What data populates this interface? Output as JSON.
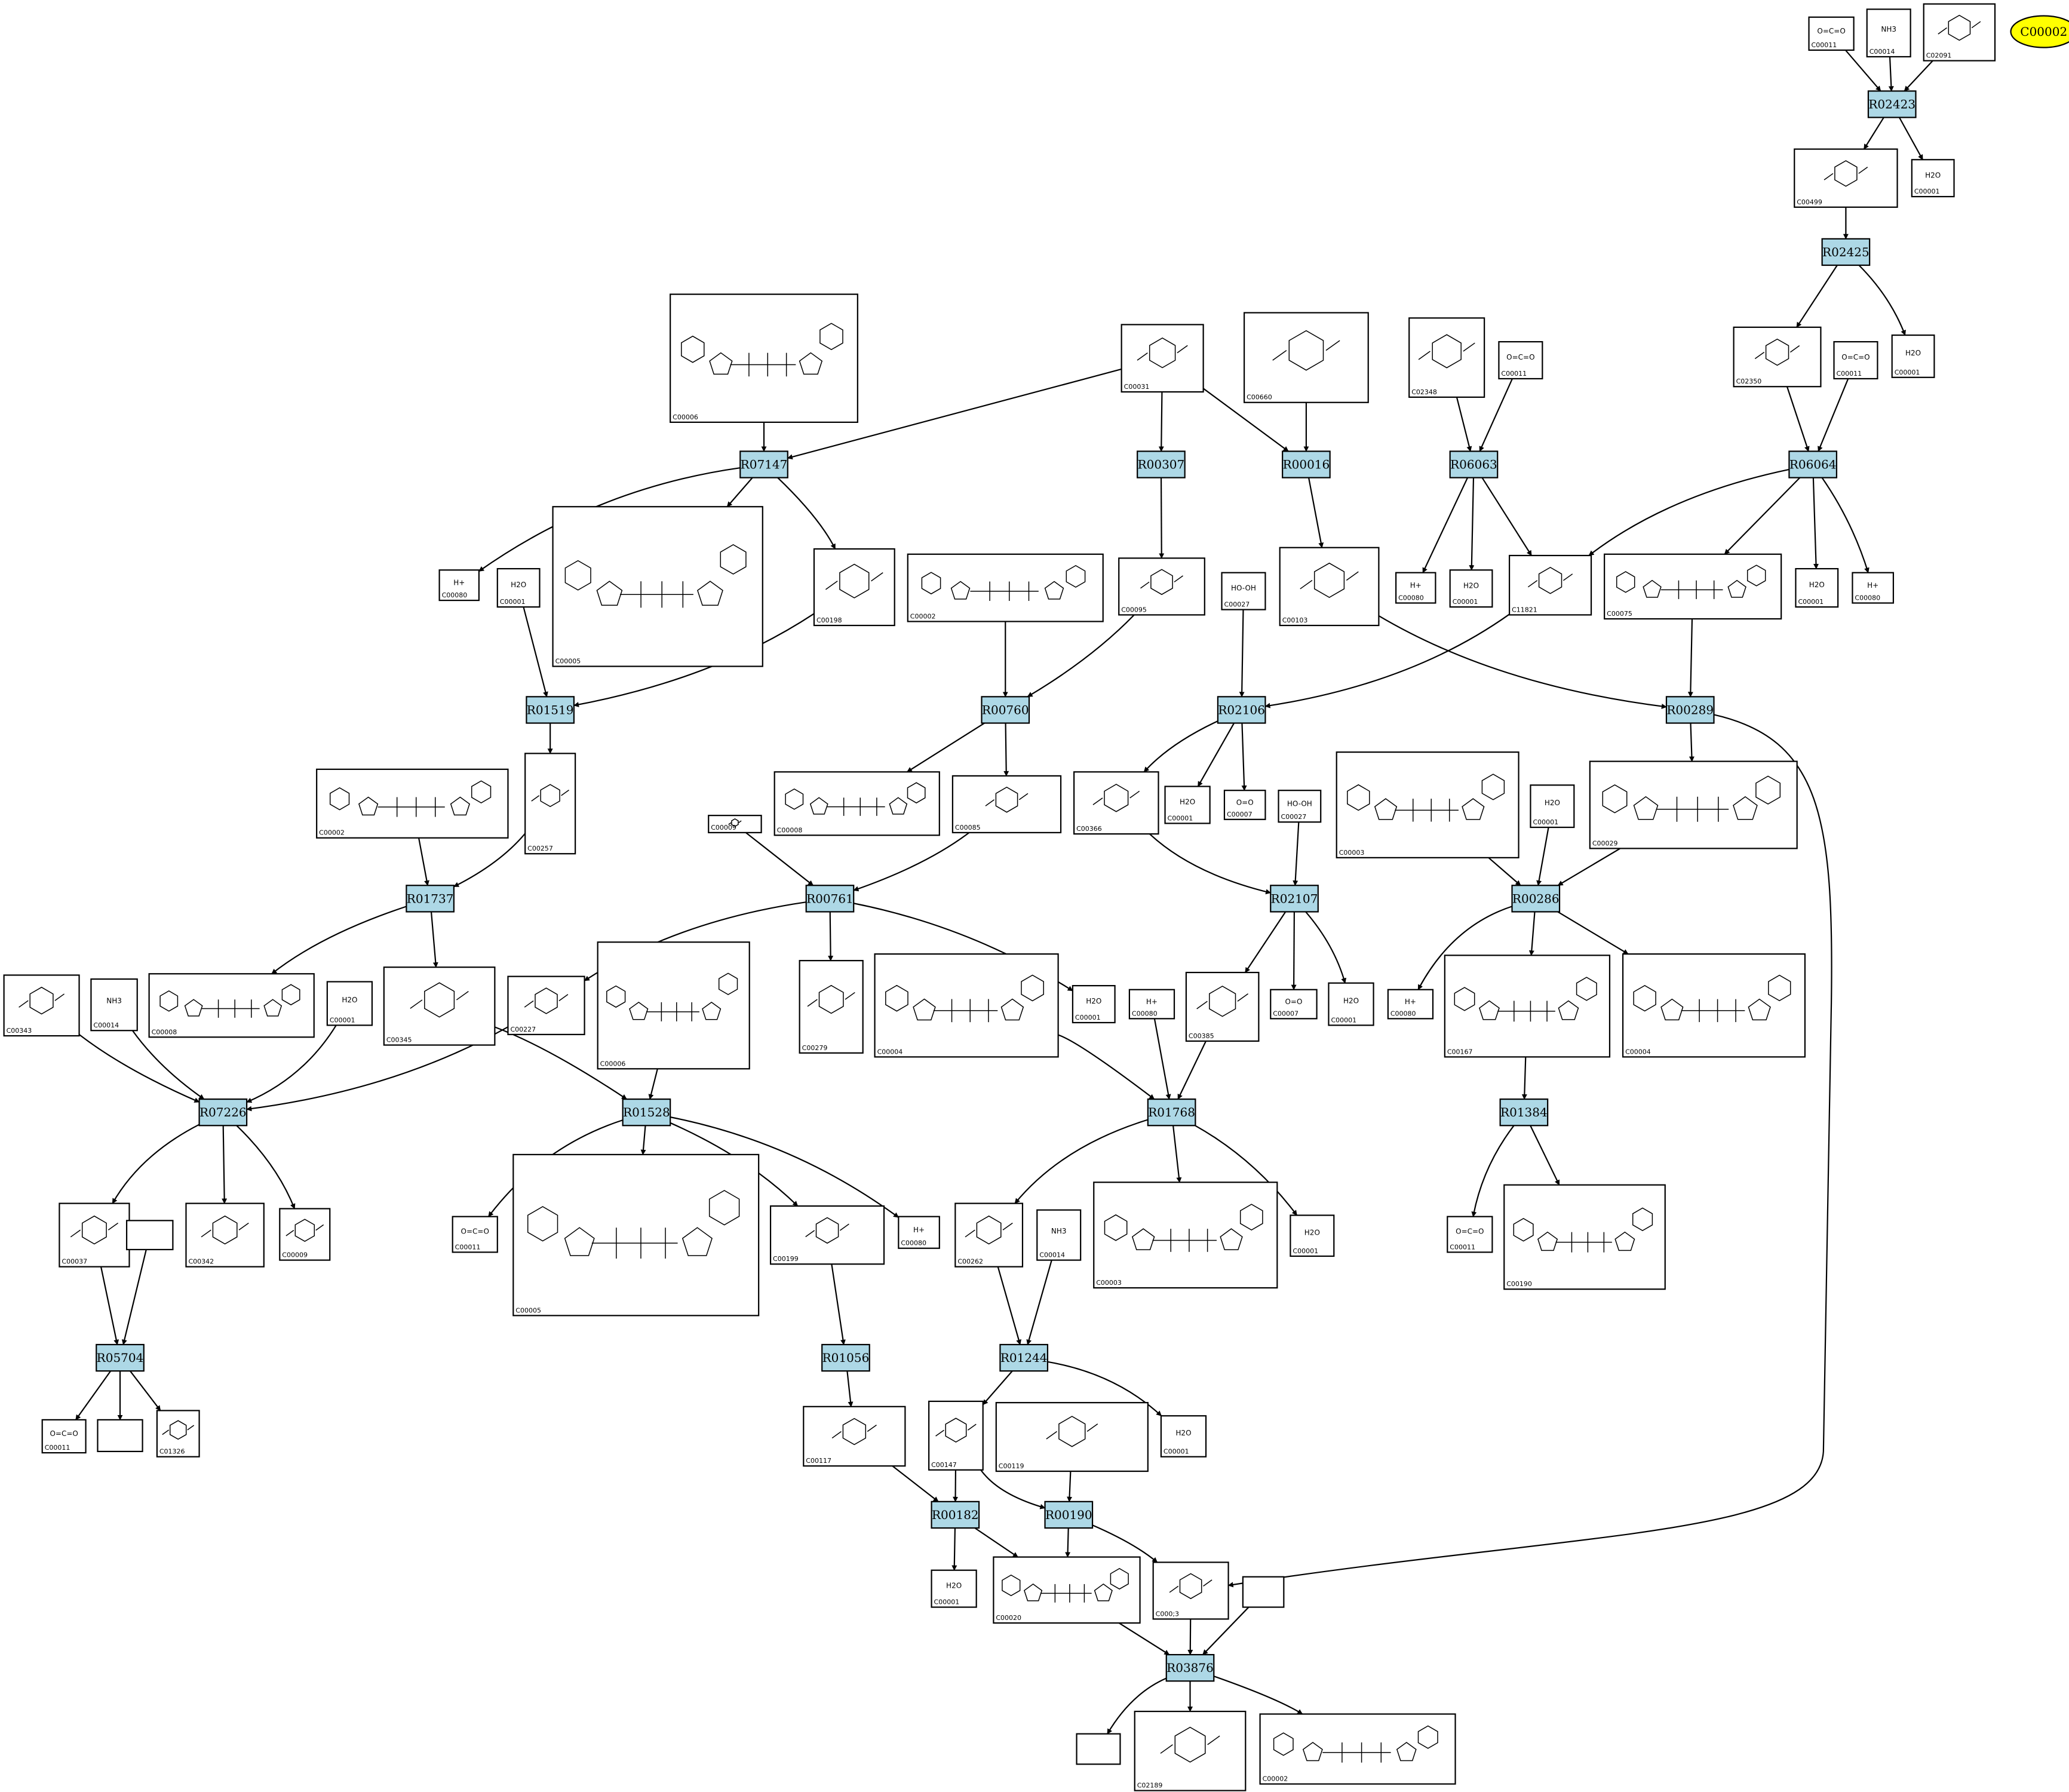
{
  "style": {
    "reaction_fill": "#add8e6",
    "highlight_fill": "#ffff00",
    "line_color": "#000000"
  },
  "highlight": "C00002",
  "reactions": [
    "R02423",
    "R02425",
    "R07147",
    "R00307",
    "R00016",
    "R06063",
    "R06064",
    "R01519",
    "R00760",
    "R02106",
    "R00289",
    "R01737",
    "R00761",
    "R02107",
    "R00286",
    "R07226",
    "R01528",
    "R01768",
    "R01384",
    "R05704",
    "R01056",
    "R01244",
    "R00182",
    "R00190",
    "R03876"
  ],
  "compounds": [
    {
      "id": "C00011",
      "structure": "O=C=O"
    },
    {
      "id": "C00014",
      "structure": "NH3"
    },
    {
      "id": "C02091",
      "structure": "ring"
    },
    {
      "id": "C00499",
      "structure": "ring"
    },
    {
      "id": "C00001",
      "structure": "H2O"
    },
    {
      "id": "C00006",
      "structure": "nuc"
    },
    {
      "id": "C00031",
      "structure": "ring"
    },
    {
      "id": "C00660",
      "structure": "ring"
    },
    {
      "id": "C02348",
      "structure": "ring"
    },
    {
      "id": "C02350",
      "structure": "ring"
    },
    {
      "id": "C00080",
      "structure": "H+"
    },
    {
      "id": "C00005",
      "structure": "nuc"
    },
    {
      "id": "C00198",
      "structure": "ring"
    },
    {
      "id": "C00002",
      "structure": "nuc"
    },
    {
      "id": "C00095",
      "structure": "ring"
    },
    {
      "id": "C00027",
      "structure": "HO-OH"
    },
    {
      "id": "C00103",
      "structure": "ring"
    },
    {
      "id": "C11821",
      "structure": "ring"
    },
    {
      "id": "C00075",
      "structure": "nuc"
    },
    {
      "id": "C00257",
      "structure": "ring"
    },
    {
      "id": "C00009",
      "structure": "ring"
    },
    {
      "id": "C00008",
      "structure": "nuc"
    },
    {
      "id": "C00085",
      "structure": "ring"
    },
    {
      "id": "C00366",
      "structure": "ring"
    },
    {
      "id": "C00007",
      "structure": "O=O"
    },
    {
      "id": "C00003",
      "structure": "nuc"
    },
    {
      "id": "C00029",
      "structure": "nuc"
    },
    {
      "id": "C00343",
      "structure": "ring"
    },
    {
      "id": "C00345",
      "structure": "ring"
    },
    {
      "id": "C00227",
      "structure": "ring"
    },
    {
      "id": "C00279",
      "structure": "ring"
    },
    {
      "id": "C00004",
      "structure": "nuc"
    },
    {
      "id": "C00385",
      "structure": "ring"
    },
    {
      "id": "C00167",
      "structure": "nuc"
    },
    {
      "id": "C00037",
      "structure": "ring"
    },
    {
      "id": "C00342",
      "structure": "ring"
    },
    {
      "id": "C00199",
      "structure": "ring"
    },
    {
      "id": "C00262",
      "structure": "ring"
    },
    {
      "id": "C00190",
      "structure": "nuc"
    },
    {
      "id": "C01326",
      "structure": "ring"
    },
    {
      "id": "C00117",
      "structure": "ring"
    },
    {
      "id": "C00147",
      "structure": "ring"
    },
    {
      "id": "C00119",
      "structure": "ring"
    },
    {
      "id": "C00020",
      "structure": "nuc"
    },
    {
      "id": "C00013",
      "structure": "ring"
    },
    {
      "id": "C02189",
      "structure": "ring"
    }
  ],
  "display_ids": {
    "C00013_node": "C000;3"
  }
}
